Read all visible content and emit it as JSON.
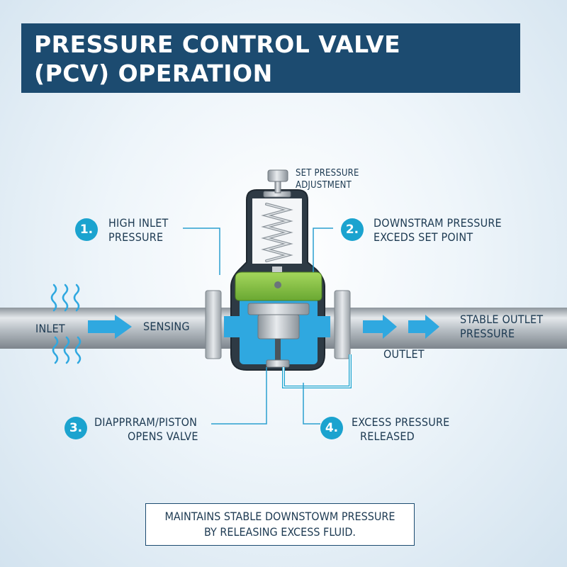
{
  "title": {
    "line1": "PRESSURE CONTROL VALVE",
    "line2": "(PCV) OPERATION"
  },
  "labels": {
    "set_pressure": [
      "SET PRESSURE",
      "ADJUSTMENT"
    ],
    "inlet": "INLET",
    "sensing": "SENSING",
    "outlet": "OUTLET",
    "stable_outlet": [
      "STABLE OUTLET",
      "PRESSURE"
    ]
  },
  "steps": [
    {
      "number": "1.",
      "lines": [
        "HIGH INLET",
        "PRESSURE"
      ]
    },
    {
      "number": "2.",
      "lines": [
        "DOWNSTRAM PRESSURE",
        "EXCEDS SET POINT"
      ]
    },
    {
      "number": "3.",
      "lines": [
        "DIAPPRRAM/PISTON",
        "OPENS VALVE"
      ]
    },
    {
      "number": "4.",
      "lines": [
        "EXCESS PRESSURE",
        "RELEASED"
      ]
    }
  ],
  "footer": {
    "line1": "MAINTAINS STABLE DOWNSTOWM PRESSURE",
    "line2": "BY RELEASING EXCESS FLUID."
  },
  "colors": {
    "title_bg": "#1c4b70",
    "accent_blue": "#1ba3cf",
    "fluid_blue": "#2fa8e0",
    "bonnet_green": "#86c341",
    "pipe_gray": "#a9b0b6"
  },
  "icons": [
    "inlet-flow-arrow-icon",
    "outlet-flow-arrow-icon",
    "wavy-flow-icon"
  ]
}
